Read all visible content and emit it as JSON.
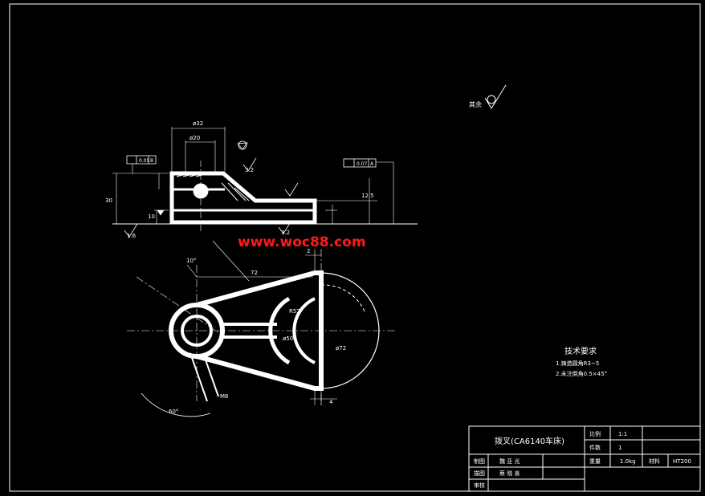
{
  "watermark": "www.woc88.com",
  "surface_symbol_note": "其余",
  "tech_requirements": {
    "title": "技术要求",
    "items": [
      "1.铸造圆角R3~5",
      "2.未注倒角0.5×45°"
    ]
  },
  "title_block": {
    "part_name": "拨叉(CA6140车床)",
    "scale_label": "比例",
    "scale_value": "1:1",
    "quantity_label": "件数",
    "quantity_value": "1",
    "weight_label": "重量",
    "weight_value": "1.0kg",
    "material_label": "材料",
    "material_value": "HT200",
    "drawn_label": "制图",
    "drawn_name": "魏 亚 光",
    "design_label": "描图",
    "design_name": "蔡 晓 善",
    "check_label": "审核"
  },
  "dimensions": {
    "d32": "ø32",
    "d20": "ø20",
    "h30": "30",
    "h10": "10",
    "angle10": "10°",
    "angle60": "60°",
    "r72": "72",
    "r52": "R52",
    "d50": "ø50",
    "d72": "ø72",
    "m6": "M6",
    "two": "2",
    "four": "4",
    "three_two": "3.2",
    "one_six": "1.6",
    "twelve_five": "12.5",
    "tol_flat": "0.05",
    "tol_perp": "0.07",
    "datum_a": "A",
    "datum_b": "B"
  },
  "colors": {
    "background": "#000000",
    "lines": "#ffffff",
    "watermark": "#ff1a1a"
  }
}
